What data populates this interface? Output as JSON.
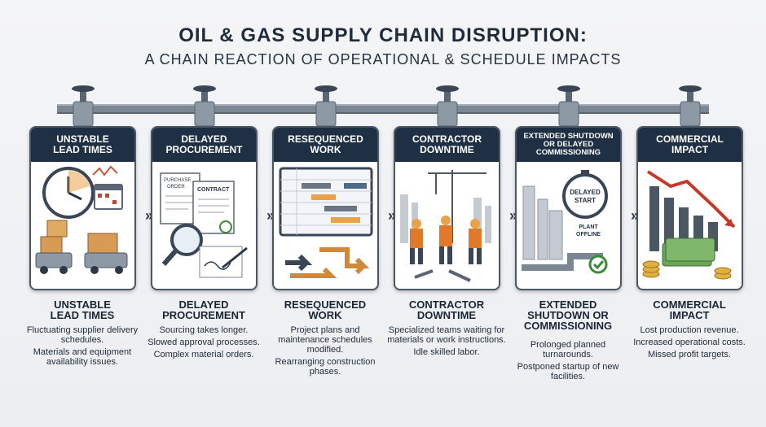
{
  "title": "OIL & GAS SUPPLY CHAIN DISRUPTION:",
  "subtitle": "A CHAIN REACTION OF OPERATIONAL & SCHEDULE IMPACTS",
  "colors": {
    "header": "#1f2f44",
    "accent": "#e8a24a",
    "pipe": "#7c8794"
  },
  "stages": [
    {
      "header": "UNSTABLE\nLEAD TIMES",
      "label": "UNSTABLE\nLEAD TIMES",
      "desc": [
        "Fluctuating supplier delivery schedules.",
        "Materials and equipment availability issues."
      ],
      "icons": [
        "clock-icon",
        "calendar-icon",
        "boxes-icon",
        "truck-icon"
      ]
    },
    {
      "header": "DELAYED\nPROCUREMENT",
      "label": "DELAYED\nPROCUREMENT",
      "desc": [
        "Sourcing takes longer.",
        "Slowed approval processes.",
        "Complex material orders."
      ],
      "doc1": "PURCHASE ORDER",
      "doc2": "CONTRACT",
      "icons": [
        "document-icon",
        "magnifier-icon",
        "pen-icon"
      ]
    },
    {
      "header": "RESEQUENCED\nWORK",
      "label": "RESEQUENCED\nWORK",
      "desc": [
        "Project plans and maintenance schedules modified.",
        "Rearranging construction phases."
      ],
      "icons": [
        "gantt-chart-icon",
        "arrows-icon"
      ]
    },
    {
      "header": "CONTRACTOR\nDOWNTIME",
      "label": "CONTRACTOR\nDOWNTIME",
      "desc": [
        "Specialized teams waiting for materials or work instructions.",
        "Idle skilled labor."
      ],
      "icons": [
        "crane-icon",
        "worker-icon",
        "wrench-icon"
      ]
    },
    {
      "header": "EXTENDED SHUTDOWN\nOR DELAYED\nCOMMISSIONING",
      "label": "EXTENDED\nSHUTDOWN OR\nCOMMISSIONING",
      "desc": [
        "Prolonged planned turnarounds.",
        "Postponed startup of new facilities."
      ],
      "badge": "DELAYED\nSTART",
      "plant": "PLANT\nOFFLINE",
      "icons": [
        "refinery-icon",
        "stopwatch-icon",
        "check-icon"
      ]
    },
    {
      "header": "COMMERCIAL\nIMPACT",
      "label": "COMMERCIAL\nIMPACT",
      "desc": [
        "Lost production revenue.",
        "Increased operational costs.",
        "Missed profit targets."
      ],
      "icons": [
        "declining-chart-icon",
        "money-icon",
        "coins-icon"
      ]
    }
  ]
}
